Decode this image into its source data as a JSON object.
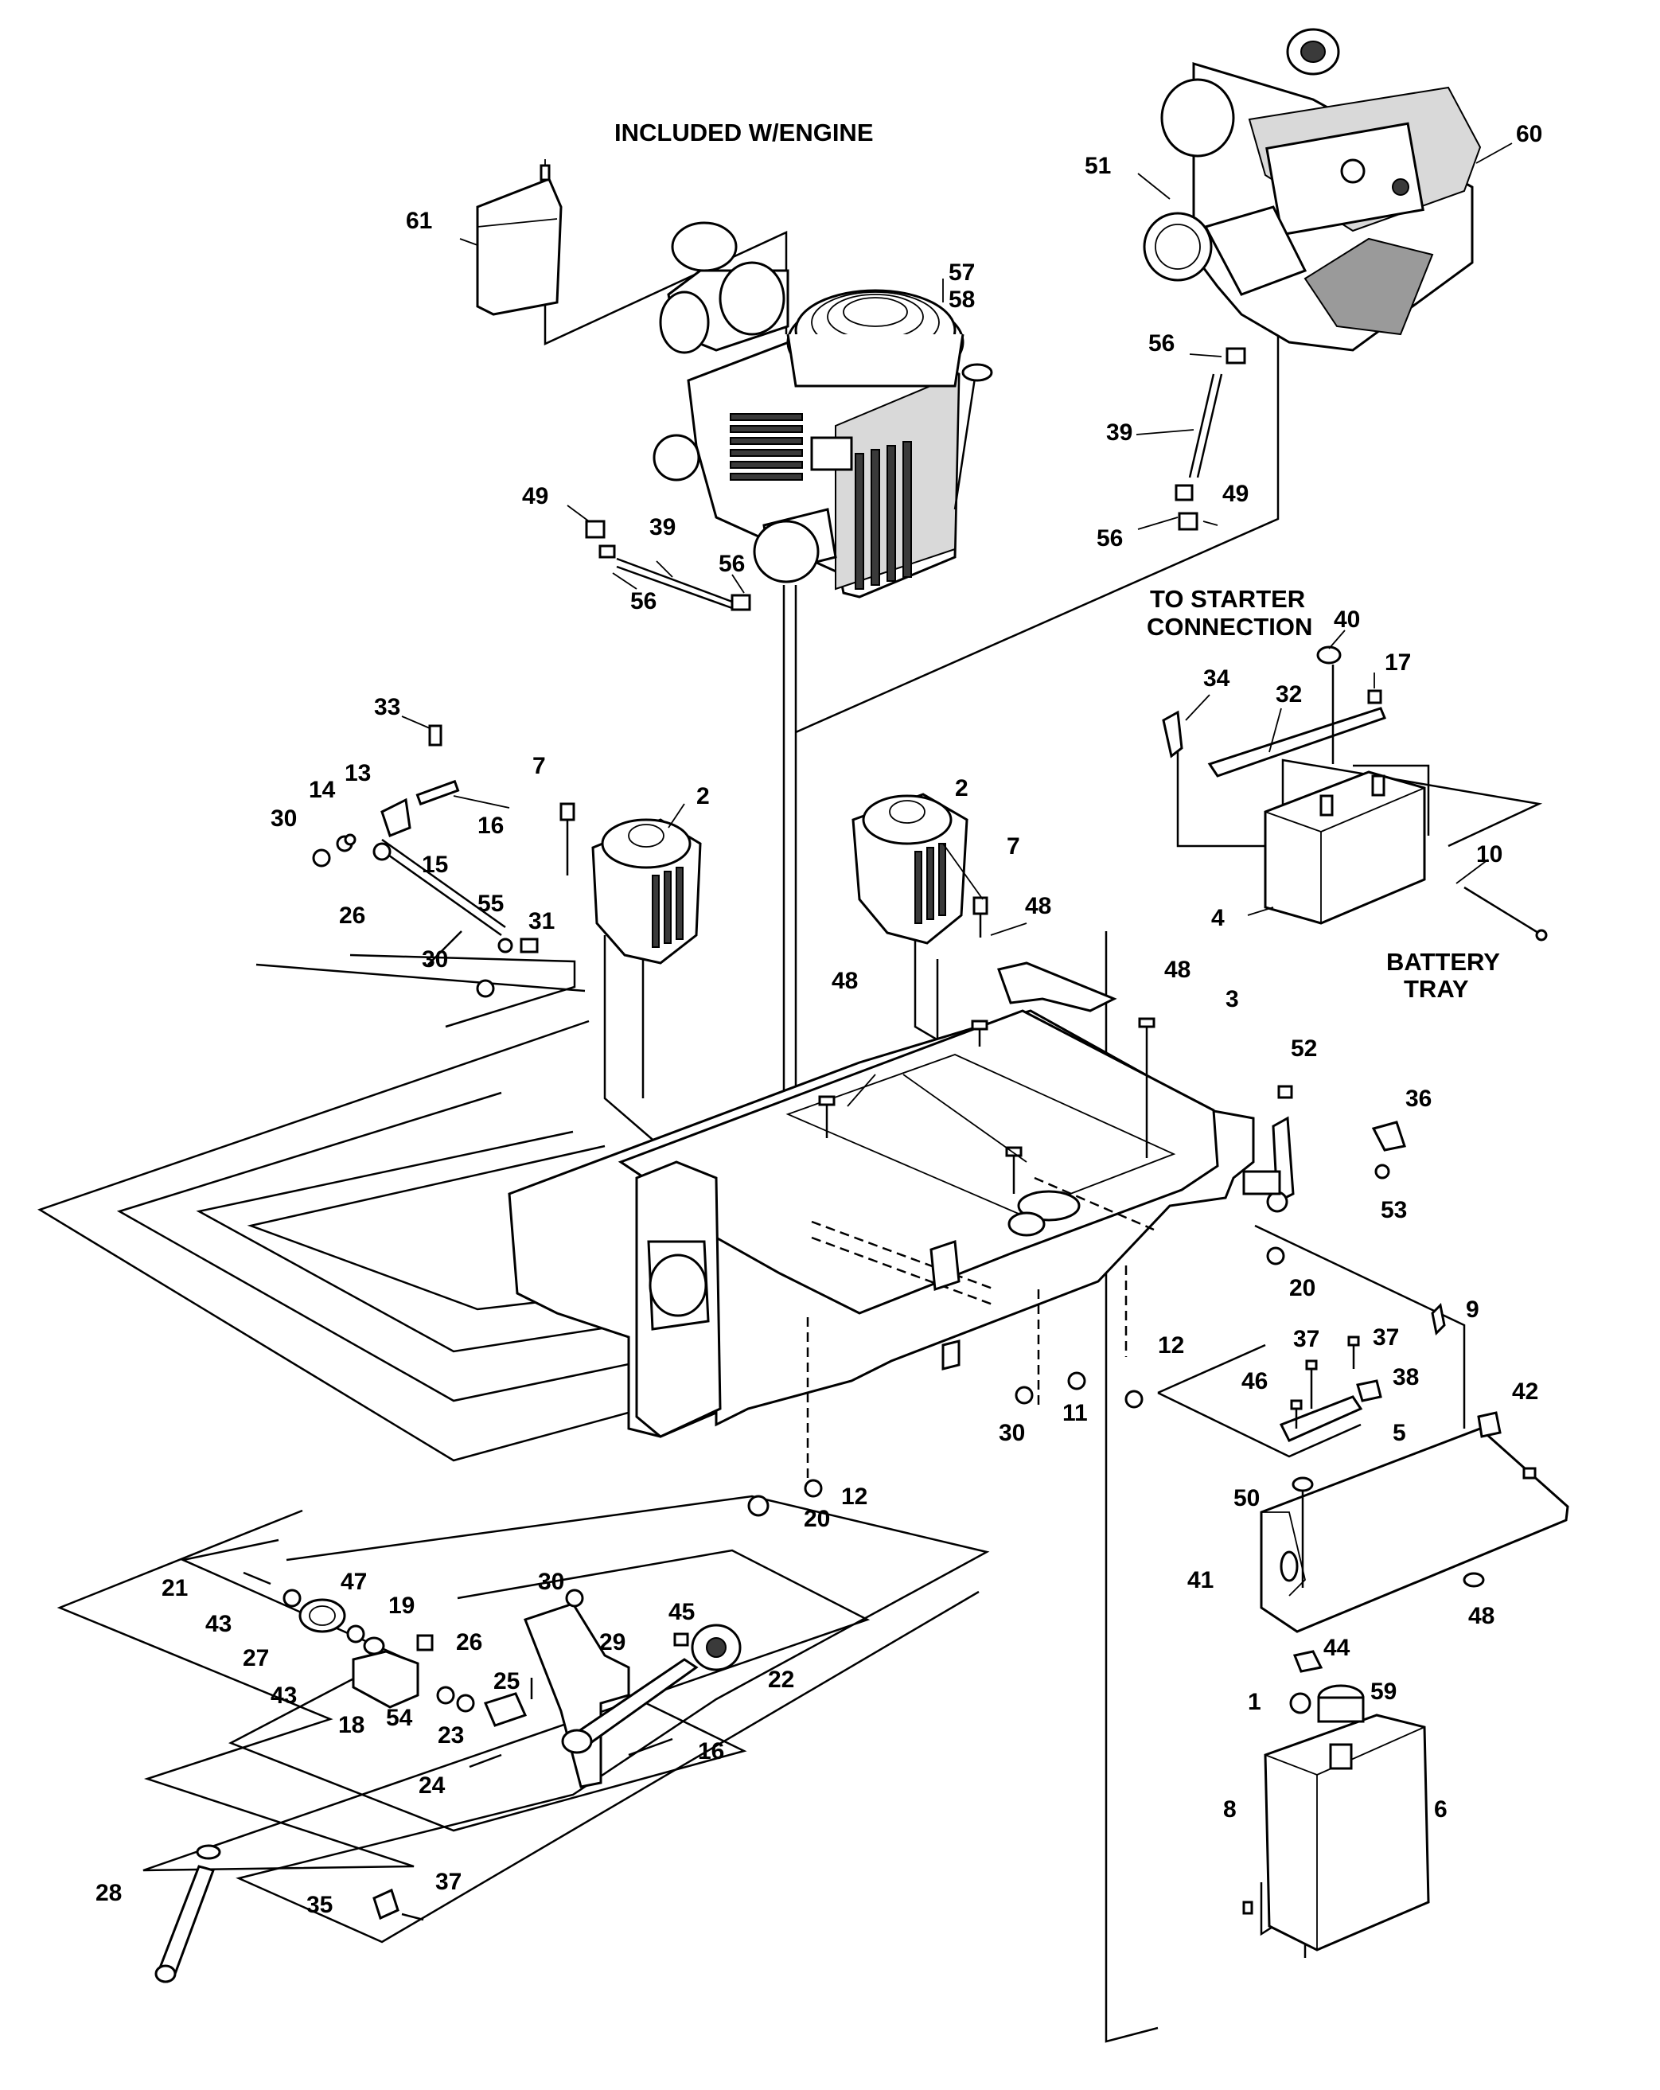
{
  "headings": {
    "included_with_engine": "INCLUDED W/ENGINE",
    "to_starter_line1": "TO STARTER",
    "to_starter_line2": "CONNECTION",
    "battery_tray_line1": "BATTERY",
    "battery_tray_line2": "TRAY"
  },
  "callouts": [
    {
      "id": "c61",
      "label": "61"
    },
    {
      "id": "c57",
      "label": "57"
    },
    {
      "id": "c58",
      "label": "58"
    },
    {
      "id": "c51",
      "label": "51"
    },
    {
      "id": "c60",
      "label": "60"
    },
    {
      "id": "c56a",
      "label": "56"
    },
    {
      "id": "c39a",
      "label": "39"
    },
    {
      "id": "c56b",
      "label": "56"
    },
    {
      "id": "c49a",
      "label": "49"
    },
    {
      "id": "c49b",
      "label": "49"
    },
    {
      "id": "c39b",
      "label": "39"
    },
    {
      "id": "c56c",
      "label": "56"
    },
    {
      "id": "c56d",
      "label": "56"
    },
    {
      "id": "c40",
      "label": "40"
    },
    {
      "id": "c17",
      "label": "17"
    },
    {
      "id": "c34",
      "label": "34"
    },
    {
      "id": "c32",
      "label": "32"
    },
    {
      "id": "c10",
      "label": "10"
    },
    {
      "id": "c4",
      "label": "4"
    },
    {
      "id": "c33",
      "label": "33"
    },
    {
      "id": "c13",
      "label": "13"
    },
    {
      "id": "c7a",
      "label": "7"
    },
    {
      "id": "c30a",
      "label": "30"
    },
    {
      "id": "c14",
      "label": "14"
    },
    {
      "id": "c16a",
      "label": "16"
    },
    {
      "id": "c2a",
      "label": "2"
    },
    {
      "id": "c2b",
      "label": "2"
    },
    {
      "id": "c7b",
      "label": "7"
    },
    {
      "id": "c15",
      "label": "15"
    },
    {
      "id": "c26a",
      "label": "26"
    },
    {
      "id": "c55",
      "label": "55"
    },
    {
      "id": "c31",
      "label": "31"
    },
    {
      "id": "c30b",
      "label": "30"
    },
    {
      "id": "c48a",
      "label": "48"
    },
    {
      "id": "c48b",
      "label": "48"
    },
    {
      "id": "c48c",
      "label": "48"
    },
    {
      "id": "c3",
      "label": "3"
    },
    {
      "id": "c52",
      "label": "52"
    },
    {
      "id": "c36",
      "label": "36"
    },
    {
      "id": "c53",
      "label": "53"
    },
    {
      "id": "c20a",
      "label": "20"
    },
    {
      "id": "c9",
      "label": "9"
    },
    {
      "id": "c37a",
      "label": "37"
    },
    {
      "id": "c37b",
      "label": "37"
    },
    {
      "id": "c38",
      "label": "38"
    },
    {
      "id": "c46",
      "label": "46"
    },
    {
      "id": "c12a",
      "label": "12"
    },
    {
      "id": "c5",
      "label": "5"
    },
    {
      "id": "c42",
      "label": "42"
    },
    {
      "id": "c30c",
      "label": "30"
    },
    {
      "id": "c11",
      "label": "11"
    },
    {
      "id": "c20b",
      "label": "20"
    },
    {
      "id": "c12b",
      "label": "12"
    },
    {
      "id": "c50",
      "label": "50"
    },
    {
      "id": "c41",
      "label": "41"
    },
    {
      "id": "c48d",
      "label": "48"
    },
    {
      "id": "c44",
      "label": "44"
    },
    {
      "id": "c1",
      "label": "1"
    },
    {
      "id": "c59",
      "label": "59"
    },
    {
      "id": "c21",
      "label": "21"
    },
    {
      "id": "c43a",
      "label": "43"
    },
    {
      "id": "c47",
      "label": "47"
    },
    {
      "id": "c19",
      "label": "19"
    },
    {
      "id": "c30d",
      "label": "30"
    },
    {
      "id": "c27",
      "label": "27"
    },
    {
      "id": "c43b",
      "label": "43"
    },
    {
      "id": "c26b",
      "label": "26"
    },
    {
      "id": "c29",
      "label": "29"
    },
    {
      "id": "c45",
      "label": "45"
    },
    {
      "id": "c25",
      "label": "25"
    },
    {
      "id": "c22",
      "label": "22"
    },
    {
      "id": "c18",
      "label": "18"
    },
    {
      "id": "c54",
      "label": "54"
    },
    {
      "id": "c23",
      "label": "23"
    },
    {
      "id": "c16b",
      "label": "16"
    },
    {
      "id": "c24",
      "label": "24"
    },
    {
      "id": "c8",
      "label": "8"
    },
    {
      "id": "c6",
      "label": "6"
    },
    {
      "id": "c28",
      "label": "28"
    },
    {
      "id": "c35",
      "label": "35"
    },
    {
      "id": "c37c",
      "label": "37"
    }
  ]
}
